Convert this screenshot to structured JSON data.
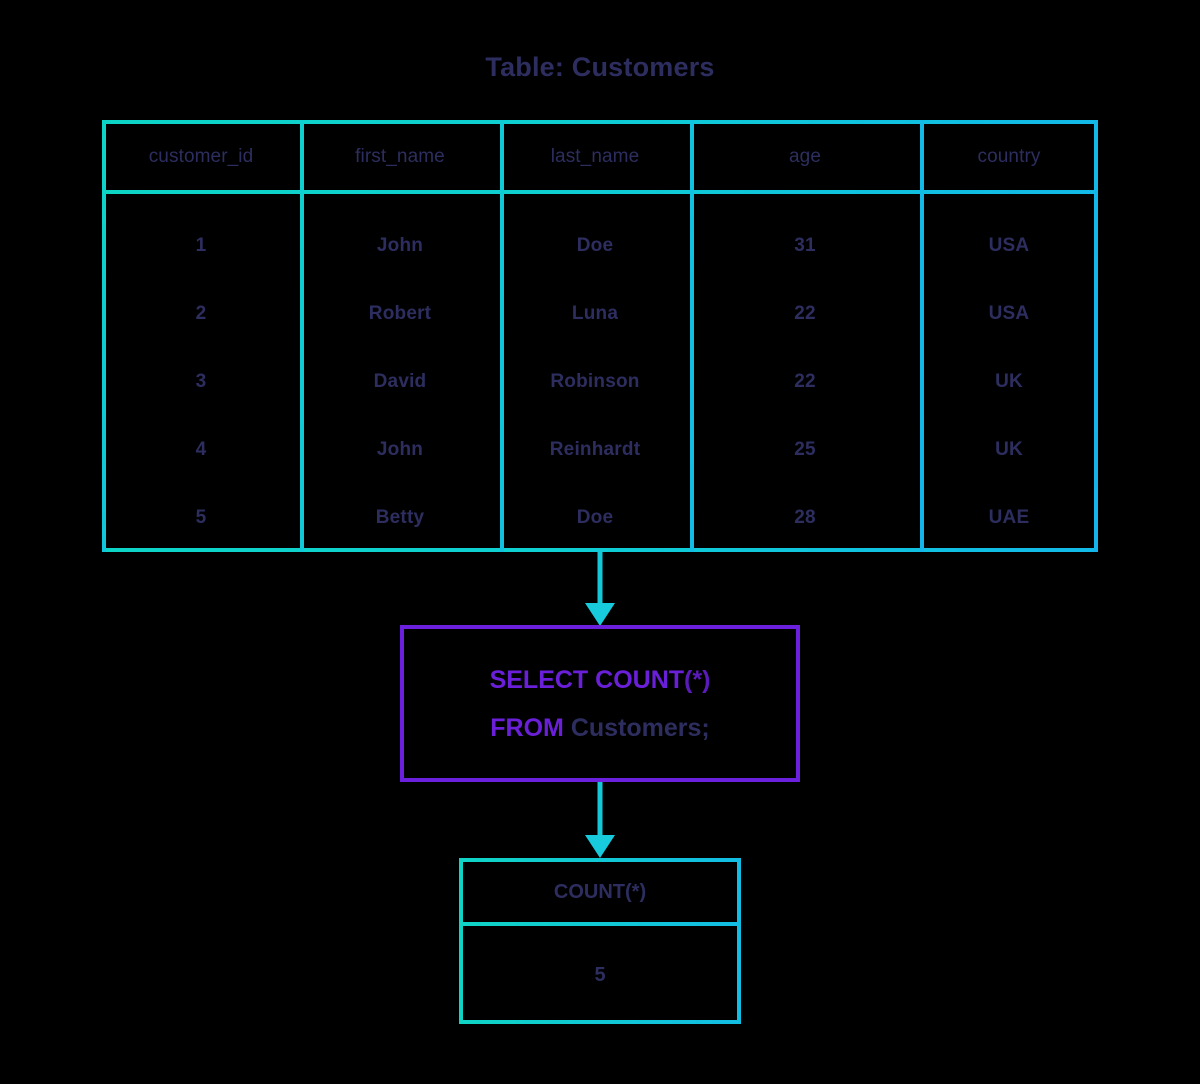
{
  "title": "Table: Customers",
  "colors": {
    "background": "#000000",
    "text_navy": "#2d2e5f",
    "border_teal": "#0dd5c6",
    "border_cyan": "#12b9e8",
    "sql_purple": "#6a20dd",
    "star_purple": "#5a1bb8"
  },
  "customers_table": {
    "columns": [
      "customer_id",
      "first_name",
      "last_name",
      "age",
      "country"
    ],
    "rows": [
      [
        "1",
        "John",
        "Doe",
        "31",
        "USA"
      ],
      [
        "2",
        "Robert",
        "Luna",
        "22",
        "USA"
      ],
      [
        "3",
        "David",
        "Robinson",
        "22",
        "UK"
      ],
      [
        "4",
        "John",
        "Reinhardt",
        "25",
        "UK"
      ],
      [
        "5",
        "Betty",
        "Doe",
        "28",
        "UAE"
      ]
    ]
  },
  "sql_query": {
    "line1_keyword": "SELECT COUNT",
    "line1_star": "(*)",
    "line2_keyword": "FROM ",
    "line2_table": "Customers;",
    "full_text": "SELECT COUNT(*) FROM Customers;"
  },
  "result_table": {
    "column": "COUNT(*)",
    "value": "5"
  },
  "arrows": {
    "table_to_query": "down-arrow-icon",
    "query_to_result": "down-arrow-icon"
  }
}
